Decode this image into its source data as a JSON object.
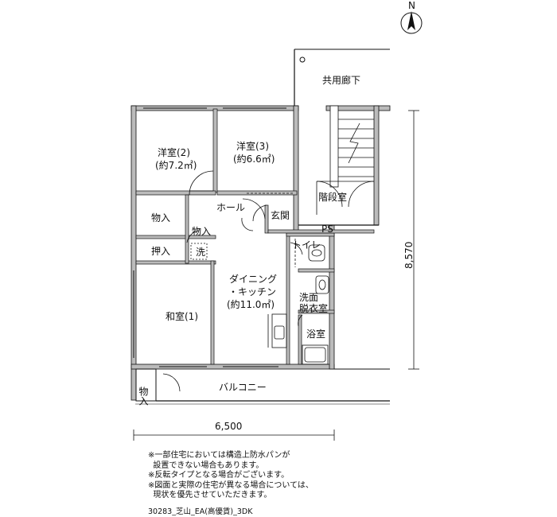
{
  "compass": {
    "label": "N"
  },
  "rooms": {
    "corridor": "共用廊下",
    "western2": "洋室(2)",
    "western2_area": "(約7.2㎡)",
    "western3": "洋室(3)",
    "western3_area": "(約6.6㎡)",
    "stairs": "階段室",
    "hall": "ホール",
    "entrance": "玄関",
    "storage1": "物入",
    "storage2": "物入",
    "storage3": "物入",
    "closet": "押入",
    "laundry": "洗",
    "toilet": "トイレ",
    "dining": "ダイニング",
    "dining2": "・キッチン",
    "dining_area": "(約11.0㎡)",
    "washroom1": "洗面",
    "washroom2": "脱衣室",
    "japanese": "和室(1)",
    "bath": "浴室",
    "balcony": "バルコニー",
    "ps": "PS"
  },
  "dimensions": {
    "width": "6,500",
    "depth": "8,570"
  },
  "notes": [
    "※一部住宅においては構造上防水パンが",
    "  設置できない場合もあります。",
    "※反転タイプとなる場合がございます。",
    "※図面と実際の住宅が異なる場合については、",
    "  現状を優先させていただきます。"
  ],
  "caption": "30283_芝山_EA(高優賃)_3DK"
}
